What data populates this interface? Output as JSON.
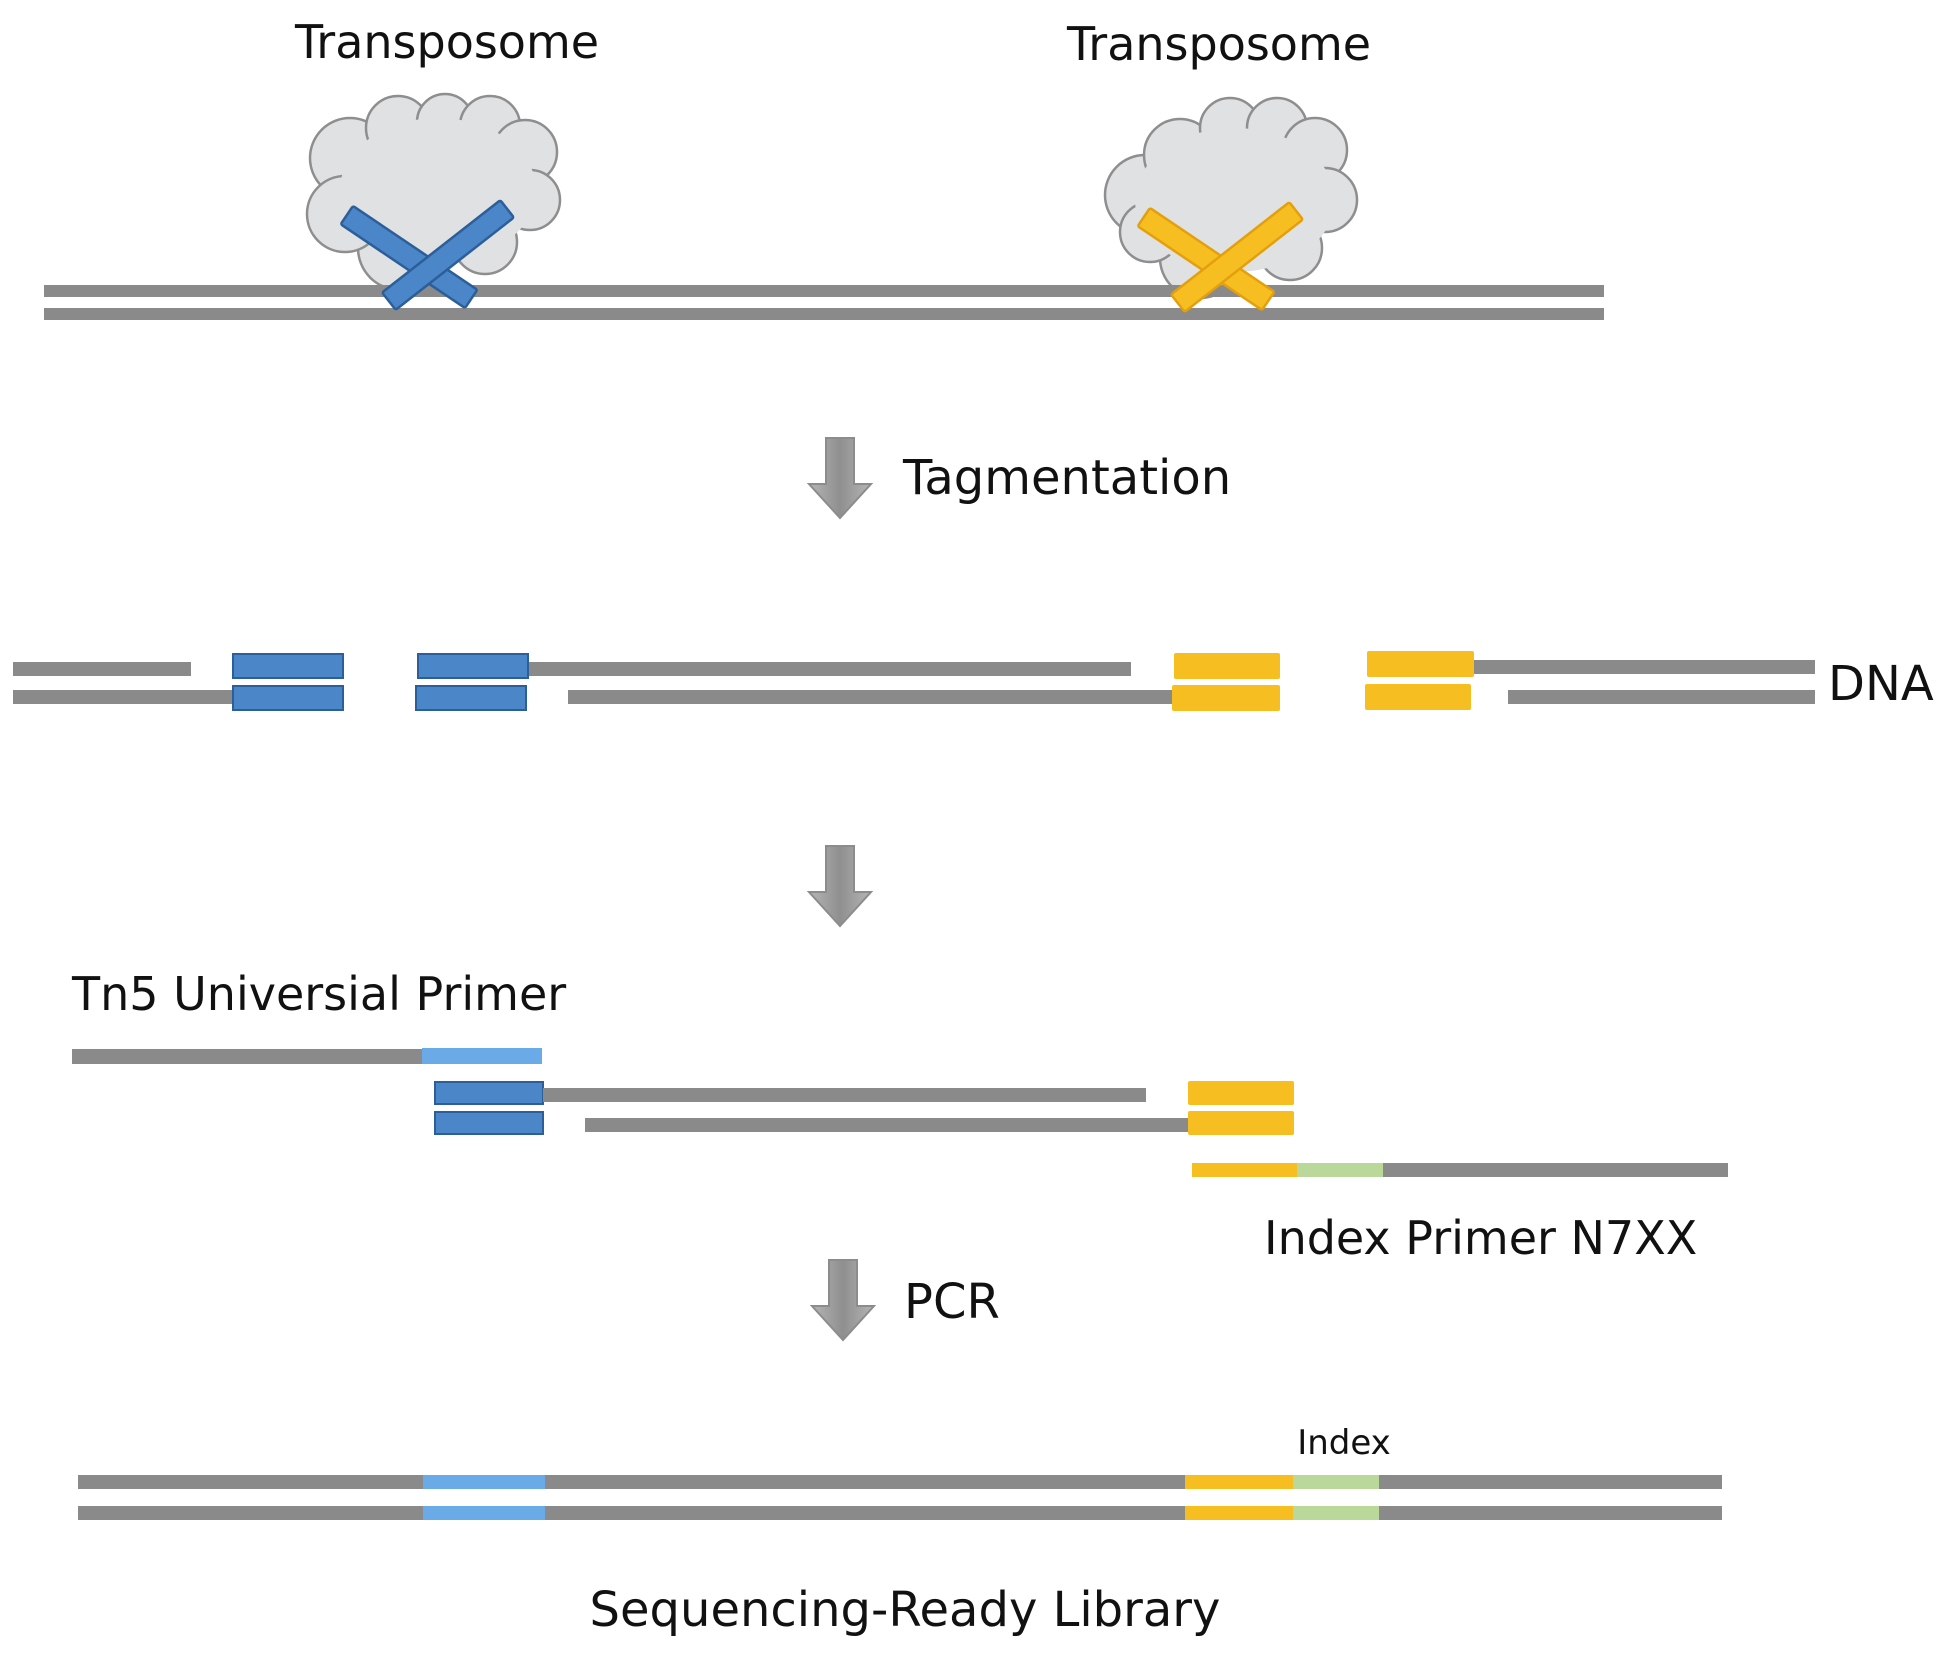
{
  "labels": {
    "transposome_left": "Transposome",
    "transposome_right": "Transposome",
    "tagmentation": "Tagmentation",
    "dna": "DNA",
    "tn5_primer": "Tn5 Universial Primer",
    "index_primer": "Index Primer N7XX",
    "pcr": "PCR",
    "index": "Index",
    "library": "Sequencing-Ready Library"
  },
  "colors": {
    "dna_strand": "#8a8a8a",
    "blue_adapter": "#4a86c8",
    "blue_primer": "#6aaae6",
    "yellow_adapter": "#f7be21",
    "index_green": "#b9d89a",
    "cloud": "#dfe1e3",
    "arrow": "#9a9a9a"
  },
  "icons": {
    "enzyme": "cloud-shape",
    "step_arrow": "down-arrow-icon"
  }
}
